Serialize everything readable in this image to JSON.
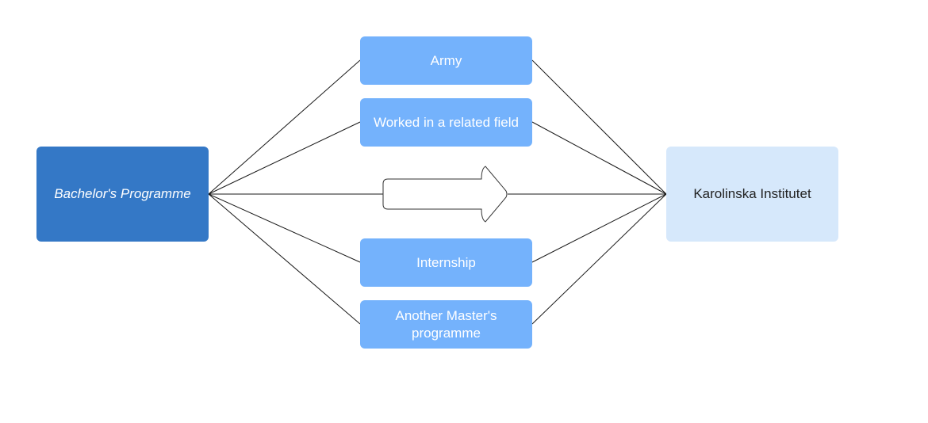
{
  "diagram": {
    "source": {
      "label": "Bachelor's Programme"
    },
    "target": {
      "label": "Karolinska Institutet"
    },
    "paths": [
      {
        "id": "army",
        "label": "Army"
      },
      {
        "id": "work",
        "label": "Worked in a related field"
      },
      {
        "id": "direct",
        "label": ""
      },
      {
        "id": "intern",
        "label": "Internship"
      },
      {
        "id": "master",
        "label": "Another Master's programme"
      }
    ]
  },
  "colors": {
    "source_fill": "#3478c6",
    "target_fill": "#d6e8fb",
    "path_fill": "#74b2fc",
    "line": "#1a1a1a",
    "arrow_stroke": "#333333"
  }
}
